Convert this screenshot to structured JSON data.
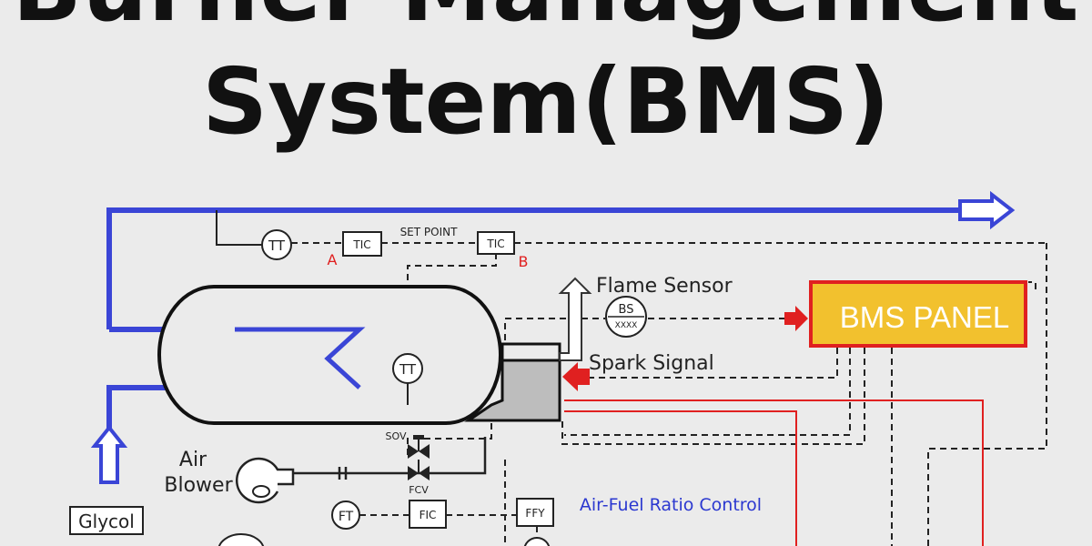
{
  "title_line1": "Burner Management",
  "title_line2": "System(BMS)",
  "labels": {
    "tt_top": "TT",
    "tic_a": "TIC",
    "set_point": "SET POINT",
    "tic_b": "TIC",
    "marker_a": "A",
    "marker_b": "B",
    "flame_sensor": "Flame Sensor",
    "bs": "BS",
    "bs_sub": "XXXX",
    "bms_panel": "BMS PANEL",
    "spark_signal": "Spark Signal",
    "tt_mid": "TT",
    "sov": "SOV",
    "fcv": "FCV",
    "air": "Air",
    "blower": "Blower",
    "ft": "FT",
    "fic": "FIC",
    "ffy": "FFY",
    "air_fuel": "Air-Fuel Ratio Control",
    "glycol": "Glycol"
  },
  "colors": {
    "glycol_line": "#3a45d6",
    "signal_red": "#e02020",
    "panel_fill": "#f2c12e",
    "panel_border": "#e02020",
    "air_fuel_text": "#2b38d0"
  }
}
